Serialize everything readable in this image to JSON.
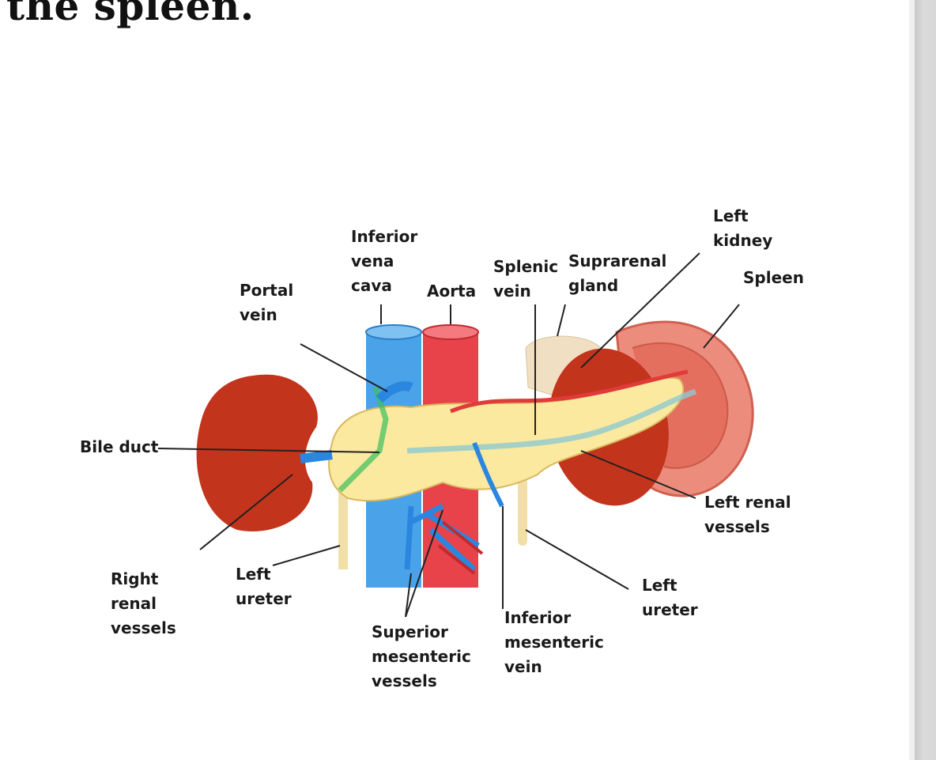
{
  "heading": "the spleen.",
  "diagram": {
    "labels": {
      "inferior_vena_cava": "Inferior\nvena\ncava",
      "portal_vein": "Portal\nvein",
      "aorta": "Aorta",
      "splenic_vein": "Splenic\nvein",
      "suprarenal_gland": "Suprarenal\ngland",
      "left_kidney": "Left\nkidney",
      "spleen": "Spleen",
      "bile_duct": "Bile duct",
      "left_renal_vessels": "Left renal\nvessels",
      "right_renal_vessels": "Right\nrenal\nvessels",
      "left_ureter_a": "Left\nureter",
      "left_ureter_b": "Left\nureter",
      "superior_mesenteric_vessels": "Superior\nmesenteric\nvessels",
      "inferior_mesenteric_vein": "Inferior\nmesenteric\nvein"
    },
    "colors": {
      "vein": "#4aa3e8",
      "artery": "#e8434a",
      "kidney": "#c2341c",
      "pancreas": "#fbe9a0",
      "spleen": "#e87a6a",
      "bile": "#3cbf5a"
    }
  }
}
